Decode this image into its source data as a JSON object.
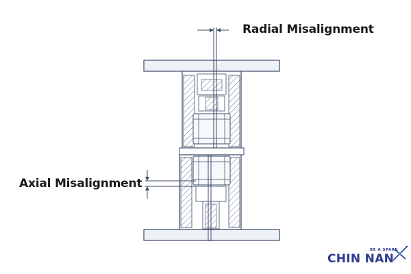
{
  "labels": {
    "radial": "Radial Misalignment",
    "axial": "Axial Misalignment"
  },
  "brand": {
    "tagline": "BE A SPARK",
    "name": "CHIN NAN",
    "color": "#2f3b8f"
  },
  "colors": {
    "line": "#3a4a66",
    "hatch": "#6a7a94",
    "plate_fill": "#eef1f6",
    "mark": "#2f3b8f",
    "mark_accent": "#2aa9c8"
  },
  "icons": {
    "brand_mark": "spark-star-icon"
  }
}
